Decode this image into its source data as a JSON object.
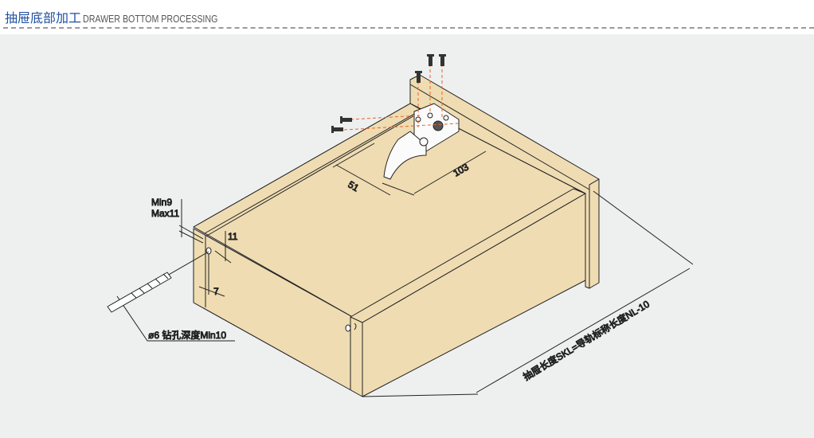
{
  "header": {
    "title_cn": "抽屉底部加工",
    "title_en": "DRAWER BOTTOM PROCESSING"
  },
  "colors": {
    "title": "#1f4fa0",
    "wood": "#efdcb2",
    "background": "#eeefef",
    "guide": "#e8652a"
  },
  "diagram": {
    "dim_side_offset": "51",
    "dim_rear_offset": "103",
    "dim_min": "Min9",
    "dim_max": "Max11",
    "dim_hole_height": "11",
    "dim_hole_inset": "7",
    "drill_note": "ø6 钻孔深度Min10",
    "length_note": "抽屉长度SKL=导轨标称长度NL-10"
  }
}
